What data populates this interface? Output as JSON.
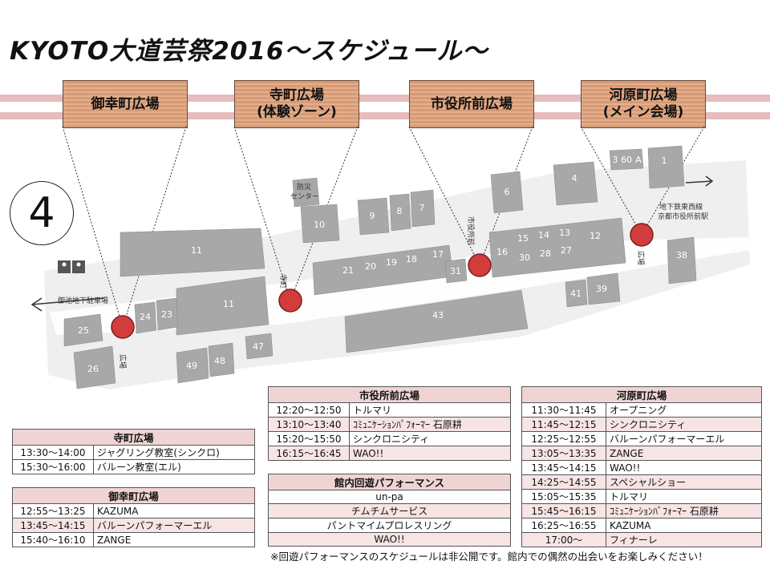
{
  "title": "KYOTO大道芸祭2016～スケジュール～",
  "compass_mark": "4",
  "venues": [
    {
      "line1": "御幸町広場",
      "line2": ""
    },
    {
      "line1": "寺町広場",
      "line2": "(体験ゾーン)"
    },
    {
      "line1": "市役所前広場",
      "line2": ""
    },
    {
      "line1": "河原町広場",
      "line2": "(メイン会場)"
    }
  ],
  "map": {
    "blocks": [
      "11",
      "11",
      "25",
      "24",
      "23",
      "26",
      "49",
      "48",
      "47",
      "10",
      "9",
      "8",
      "7",
      "21",
      "20",
      "19",
      "18",
      "17",
      "31",
      "43",
      "6",
      "4",
      "16",
      "15",
      "14",
      "13",
      "12",
      "30",
      "28",
      "27",
      "41",
      "39",
      "3",
      "60",
      "A",
      "1",
      "38"
    ],
    "labels": {
      "bousai": [
        "防災",
        "センター"
      ],
      "subway_left": "御池地下駐車場",
      "subway_right": [
        "地下鉄東西線",
        "京都市役所前駅"
      ],
      "miyuki_side": "広場",
      "tera_side": "寺町",
      "shiyakusho_side": "市役所前",
      "kawara_side": "広場"
    },
    "colors": {
      "block": "#a8a8a8",
      "marker": "#d23c3c",
      "ground": "#efefef"
    }
  },
  "tables": {
    "teramachi": {
      "header": "寺町広場",
      "rows": [
        {
          "time": "13:30～14:00",
          "act": "ジャグリング教室(シンクロ)"
        },
        {
          "time": "15:30～16:00",
          "act": "バルーン教室(エル)"
        }
      ]
    },
    "miyukimachi": {
      "header": "御幸町広場",
      "rows": [
        {
          "time": "12:55～13:25",
          "act": "KAZUMA"
        },
        {
          "time": "13:45～14:15",
          "act": "バルーンパフォーマーエル"
        },
        {
          "time": "15:40～16:10",
          "act": "ZANGE"
        }
      ]
    },
    "shiyakusho": {
      "header": "市役所前広場",
      "rows": [
        {
          "time": "12:20～12:50",
          "act": "トルマリ"
        },
        {
          "time": "13:10～13:40",
          "act": "ｺﾐｭﾆｹｰｼｮﾝﾊﾟﾌｫｰﾏｰ 石原耕"
        },
        {
          "time": "15:20～15:50",
          "act": "シンクロニシティ"
        },
        {
          "time": "16:15～16:45",
          "act": "WAO!!"
        }
      ]
    },
    "roaming": {
      "header": "館内回遊パフォーマンス",
      "rows": [
        "un-pa",
        "チムチムサービス",
        "パントマイムプロレスリング",
        "WAO!!"
      ]
    },
    "kawaramachi": {
      "header": "河原町広場",
      "rows": [
        {
          "time": "11:30～11:45",
          "act": "オープニング"
        },
        {
          "time": "11:45～12:15",
          "act": "シンクロニシティ"
        },
        {
          "time": "12:25～12:55",
          "act": "バルーンパフォーマーエル"
        },
        {
          "time": "13:05～13:35",
          "act": "ZANGE"
        },
        {
          "time": "13:45～14:15",
          "act": "WAO!!"
        },
        {
          "time": "14:25～14:55",
          "act": "スペシャルショー"
        },
        {
          "time": "15:05～15:35",
          "act": "トルマリ"
        },
        {
          "time": "15:45～16:15",
          "act": "ｺﾐｭﾆｹｰｼｮﾝﾊﾟﾌｫｰﾏｰ 石原耕"
        },
        {
          "time": "16:25～16:55",
          "act": "KAZUMA"
        },
        {
          "time": "17:00～",
          "act": "フィナーレ"
        }
      ]
    }
  },
  "note": "※回遊パフォーマンスのスケジュールは非公開です。館内での偶然の出会いをお楽しみください！"
}
